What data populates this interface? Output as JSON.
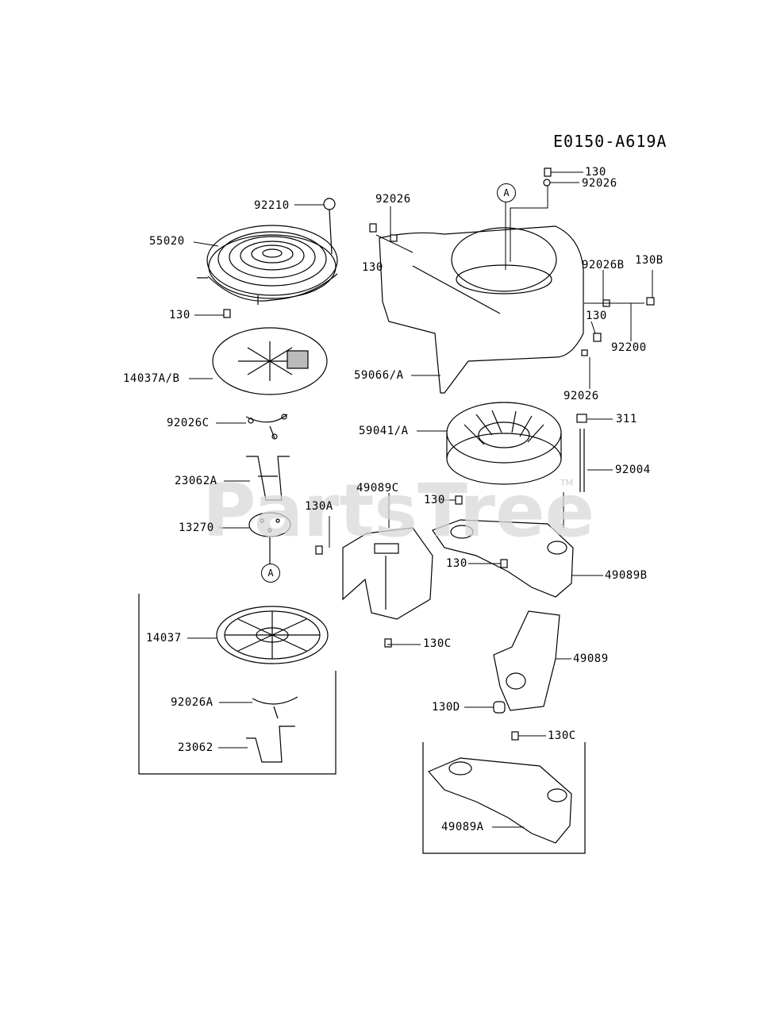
{
  "diagram_code": "E0150-A619A",
  "watermark": "PartsTree",
  "watermark_mark": "TM",
  "reference_marks": [
    "A",
    "A"
  ],
  "part_labels": {
    "p130_top": "130",
    "p92026_top": "92026",
    "p92210": "92210",
    "p92026_left": "92026",
    "p55020": "55020",
    "p130_left": "130",
    "p92026B": "92026B",
    "p130B": "130B",
    "p130_shroud_left": "130",
    "p130_right": "130",
    "p92200": "92200",
    "p14037AB": "14037A/B",
    "p59066A": "59066/A",
    "p92026_right": "92026",
    "p92026C": "92026C",
    "p311": "311",
    "p59041A": "59041/A",
    "p92004": "92004",
    "p23062A": "23062A",
    "p49089C": "49089C",
    "p130A": "130A",
    "p130_mid": "130",
    "p13270": "13270",
    "p130_lower": "130",
    "p49089B": "49089B",
    "p130C_mid": "130C",
    "p14037": "14037",
    "p49089": "49089",
    "p92026A": "92026A",
    "p130D": "130D",
    "p130C_low": "130C",
    "p23062": "23062",
    "p49089A": "49089A"
  }
}
